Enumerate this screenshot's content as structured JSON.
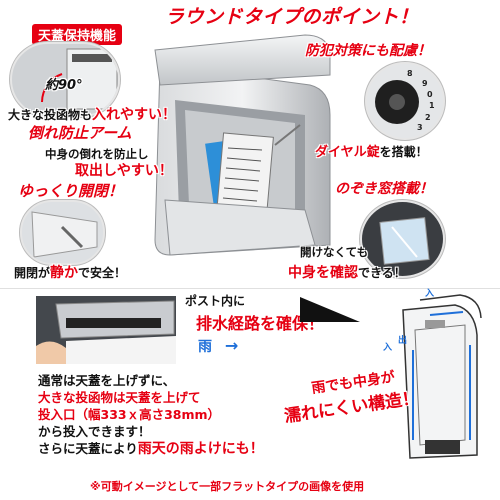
{
  "header": {
    "title": "ラウンドタイプのポイント！"
  },
  "features": {
    "lid_hold": {
      "title": "天蓋保持機能",
      "angle": "約90°"
    },
    "large_items": {
      "text_a": "大きな投函物も",
      "text_b": "入れやすい！"
    },
    "tip_prevention": {
      "title": "倒れ防止アーム",
      "line1": "中身の倒れを防止し",
      "line2": "取出しやすい！"
    },
    "slow_close": {
      "title": "ゆっくり開閉！",
      "line_a": "開閉が",
      "line_b": "静か",
      "line_c": "で安全！"
    },
    "security": {
      "title": "防犯対策にも配慮！",
      "lock_a": "ダイヤル錠",
      "lock_b": "を搭載！"
    },
    "window": {
      "title": "のぞき窓搭載！",
      "line1": "開けなくても",
      "line2_a": "中身を確認",
      "line2_b": "できる！"
    },
    "drainage": {
      "line1": "ポスト内に",
      "line2": "排水経路を確保！",
      "rain": "雨",
      "arrow": "→",
      "in_label": "入",
      "out_label": "出"
    },
    "waterproof": {
      "line1": "雨でも中身が",
      "line2": "濡れにくい構造！"
    },
    "instructions": {
      "line1": "通常は天蓋を上げずに、",
      "line2": "大きな投函物は天蓋を上げて",
      "line3": "投入口（幅333ｘ高さ38mm）",
      "line4": "から投入できます！",
      "line5_a": "さらに天蓋により",
      "line5_b": "雨天の雨よけにも！"
    }
  },
  "footnote": "※可動イメージとして一部フラットタイプの画像を使用",
  "colors": {
    "accent": "#e60012",
    "blue": "#1e6fd9",
    "photo_gray": "#b9bcc0"
  }
}
